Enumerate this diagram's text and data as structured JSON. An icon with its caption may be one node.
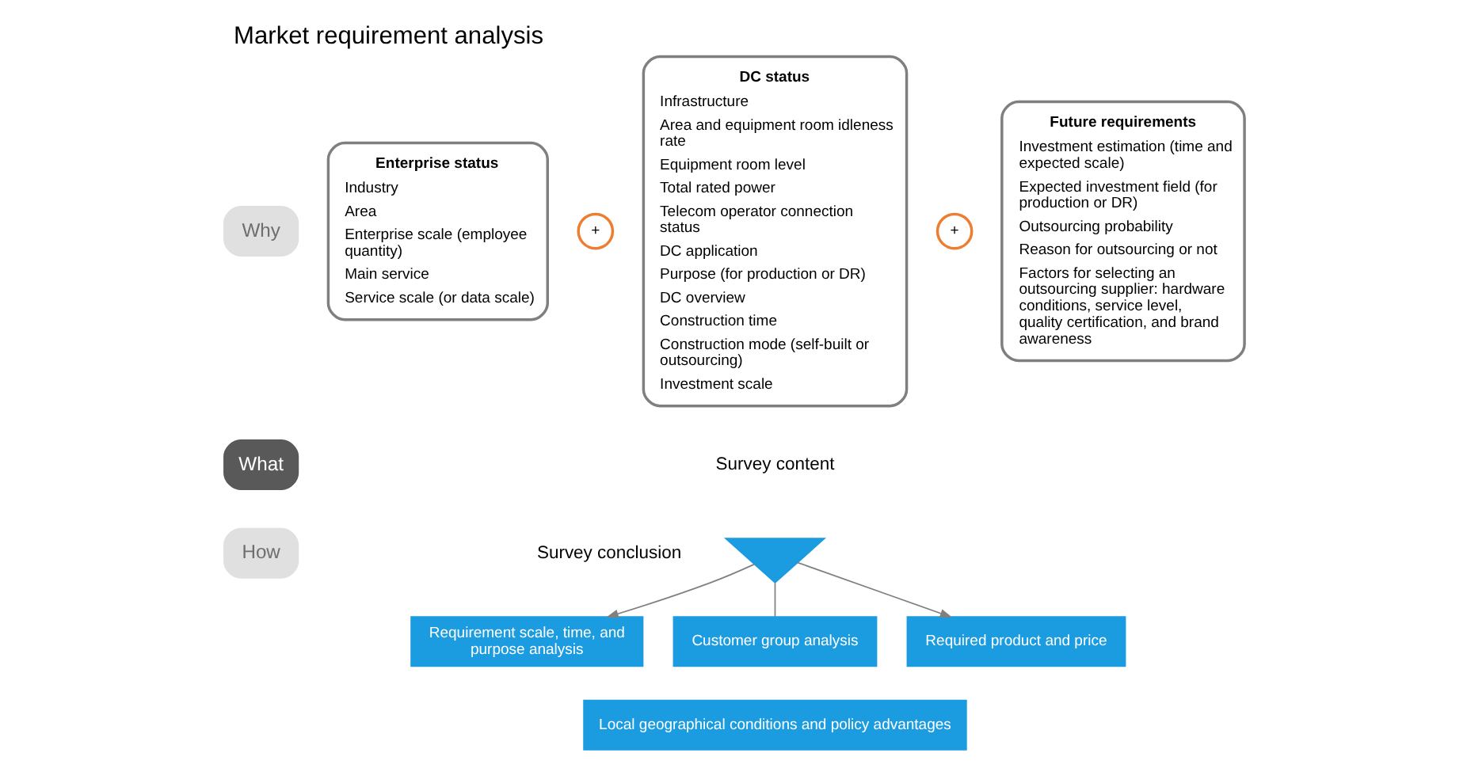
{
  "diagram": {
    "title": "Market requirement analysis",
    "nodes": [
      {
        "text": [
          "Why"
        ]
      },
      {
        "text": [
          "What"
        ]
      },
      {
        "text": [
          "How"
        ]
      },
      {
        "text": [
          "Enterprise status",
          "Industry",
          "Area",
          "Enterprise scale (employee quantity)",
          "Main service",
          "Service scale (or data scale)"
        ]
      },
      {
        "text": [
          "+"
        ]
      },
      {
        "text": [
          "DC status",
          "Infrastructure",
          "Area and equipment room idleness rate",
          "Equipment room level",
          "Total rated power",
          "Telecom operator connection status",
          "DC application",
          "Purpose (for production or DR)",
          "DC overview",
          "Construction time",
          "Construction mode (self-built or outsourcing)",
          "Investment scale"
        ]
      },
      {
        "text": [
          "+"
        ]
      },
      {
        "text": [
          "Future requirements",
          "Investment estimation (time and expected scale)",
          "Expected investment field (for production or DR)",
          "Outsourcing probability",
          "Reason for outsourcing or not",
          "Factors for selecting an outsourcing supplier: hardware conditions, service level, quality certification, and brand awareness"
        ]
      },
      {
        "text": [],
        "shape": "arrow"
      },
      {
        "text": [
          "Requirement scale, time, and purpose analysis"
        ]
      },
      {
        "text": [
          "Customer group analysis"
        ]
      },
      {
        "text": [
          "Required product and price"
        ]
      },
      {
        "text": [
          "Local geographical conditions and policy advantages"
        ]
      }
    ],
    "edges": [
      {
        "from": 8,
        "to": 9,
        "arrow": "to"
      },
      {
        "from": 8,
        "to": 10,
        "arrow": "none"
      },
      {
        "from": 8,
        "to": 11,
        "arrow": "to"
      }
    ],
    "labels": [
      "Survey content",
      "Survey conclusion"
    ]
  }
}
